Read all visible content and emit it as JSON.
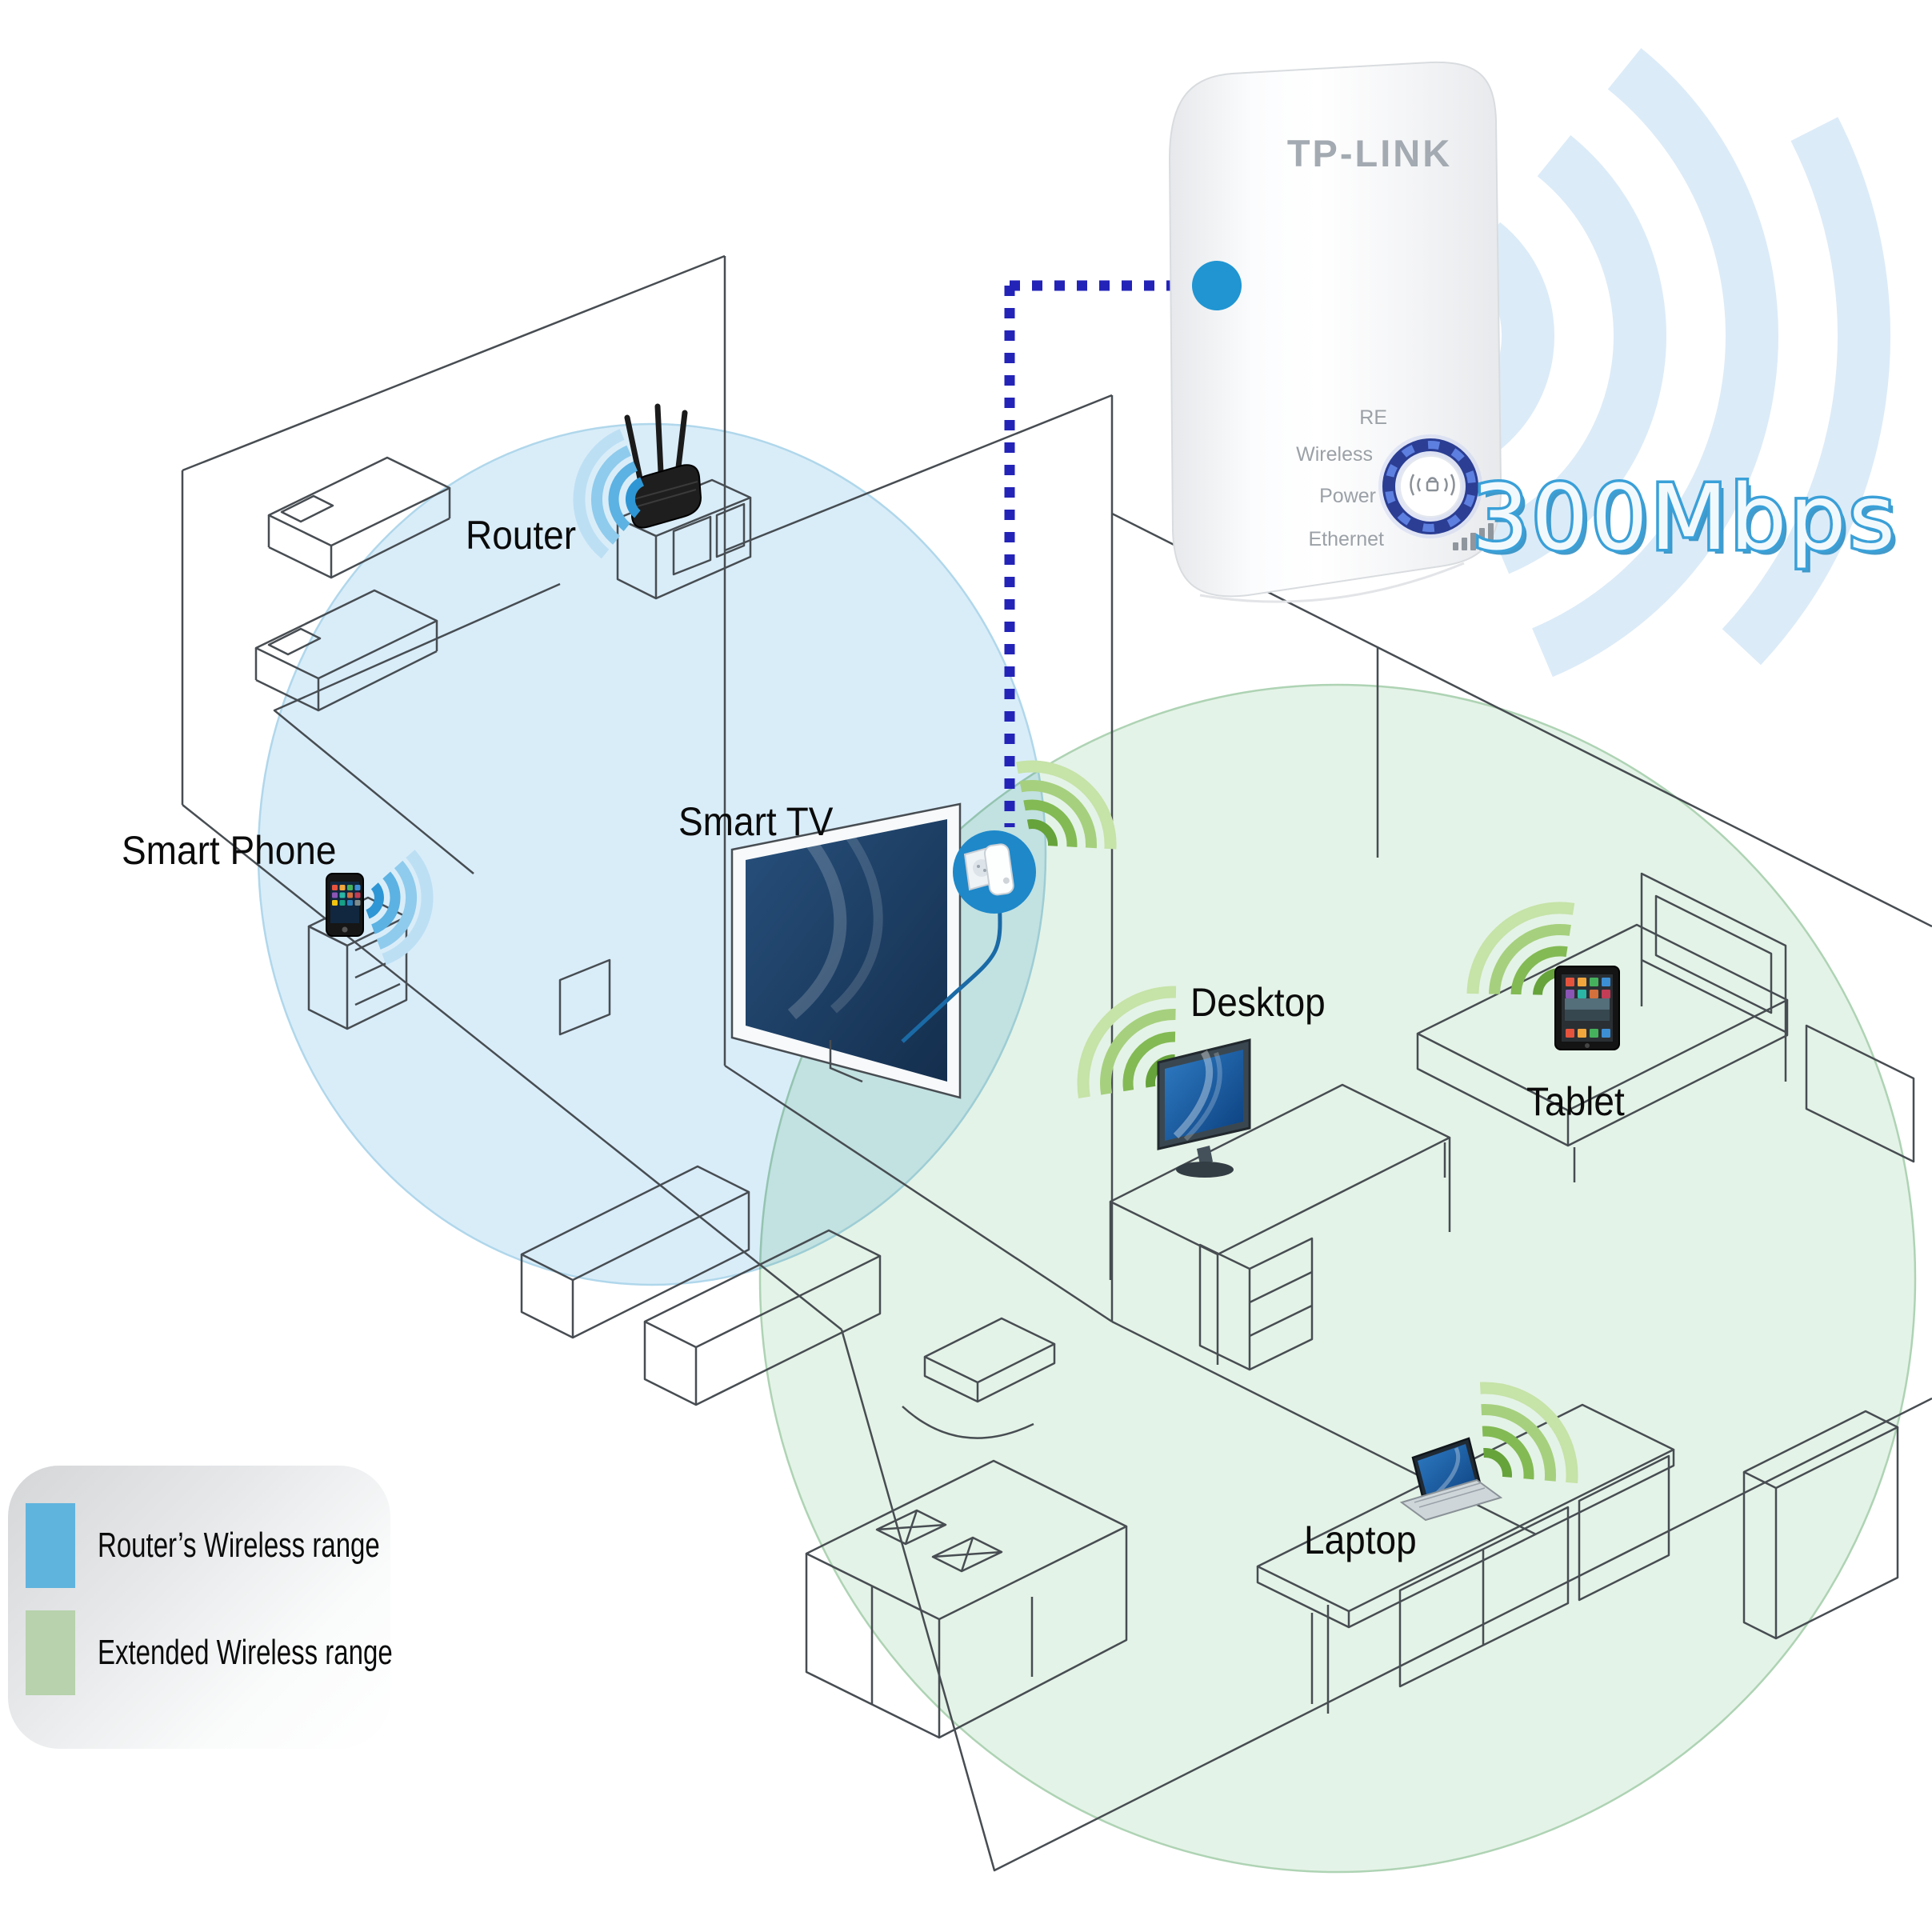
{
  "device": {
    "brand": "TP-LINK",
    "speed_badge": "300Mbps",
    "led_labels": [
      "RE",
      "Wireless",
      "Power",
      "Ethernet"
    ]
  },
  "diagram": {
    "labels": {
      "router": "Router",
      "smart_phone": "Smart Phone",
      "smart_tv": "Smart TV",
      "desktop": "Desktop",
      "tablet": "Tablet",
      "laptop": "Laptop"
    }
  },
  "legend": {
    "items": [
      {
        "label": "Router’s Wireless range",
        "color": "#5fb4de"
      },
      {
        "label": "Extended Wireless range",
        "color": "#b7d2ac"
      }
    ]
  },
  "colors": {
    "router_range_fill": "#d9edf9",
    "router_range_edge": "#b0d7eb",
    "extended_range_fill": "#e4f3e7",
    "extended_range_edge": "#aed3b4",
    "wifi_blue_inner": "#2e96d4",
    "wifi_green_inner": "#66a33a",
    "dotted_line": "#2323b8",
    "callout_dot": "#2095d2",
    "callout_circle": "#1e88c9",
    "speed_text": "#3aa0d8",
    "line_art": "#474d52"
  },
  "icons": {
    "router_wifi": "wifi-waves-icon",
    "phone_wifi": "wifi-waves-icon",
    "extender_wifi": "wifi-waves-icon",
    "desktop_wifi": "wifi-waves-icon",
    "tablet_wifi": "wifi-waves-icon",
    "laptop_wifi": "wifi-waves-icon",
    "signal_strength": "signal-bars-icon",
    "wps_button": "wps-lock-icon",
    "speed_waves": "big-wifi-arcs-icon"
  }
}
